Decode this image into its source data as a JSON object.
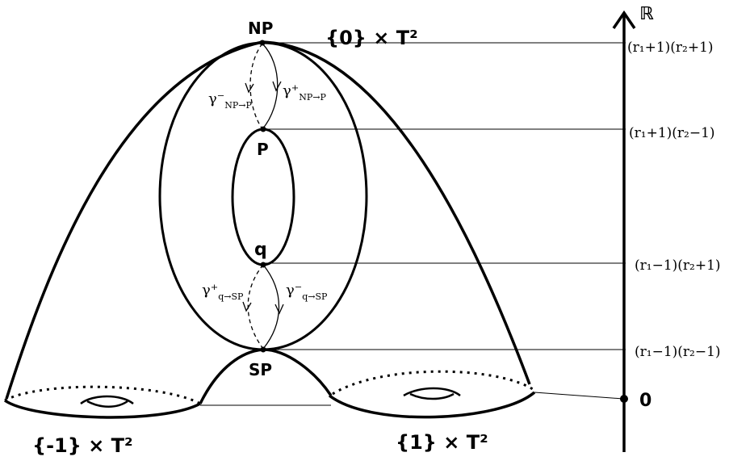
{
  "labels": {
    "np": "NP",
    "p": "P",
    "q": "q",
    "sp": "SP",
    "top_torus": "{0} × T²",
    "left_torus": "{-1} × T²",
    "right_torus": "{1} × T²",
    "axis": "ℝ",
    "zero": "0"
  },
  "curves": {
    "np_to_p_minus": "γ⁻",
    "np_to_p_minus_sub": "NP→P",
    "np_to_p_plus": "γ⁺",
    "np_to_p_plus_sub": "NP→P",
    "q_to_sp_plus": "γ⁺",
    "q_to_sp_plus_sub": "q→SP",
    "q_to_sp_minus": "γ⁻",
    "q_to_sp_minus_sub": "q→SP"
  },
  "levels": [
    "(r₁+1)(r₂+1)",
    "(r₁+1)(r₂−1)",
    "(r₁−1)(r₂+1)",
    "(r₁−1)(r₂−1)"
  ]
}
